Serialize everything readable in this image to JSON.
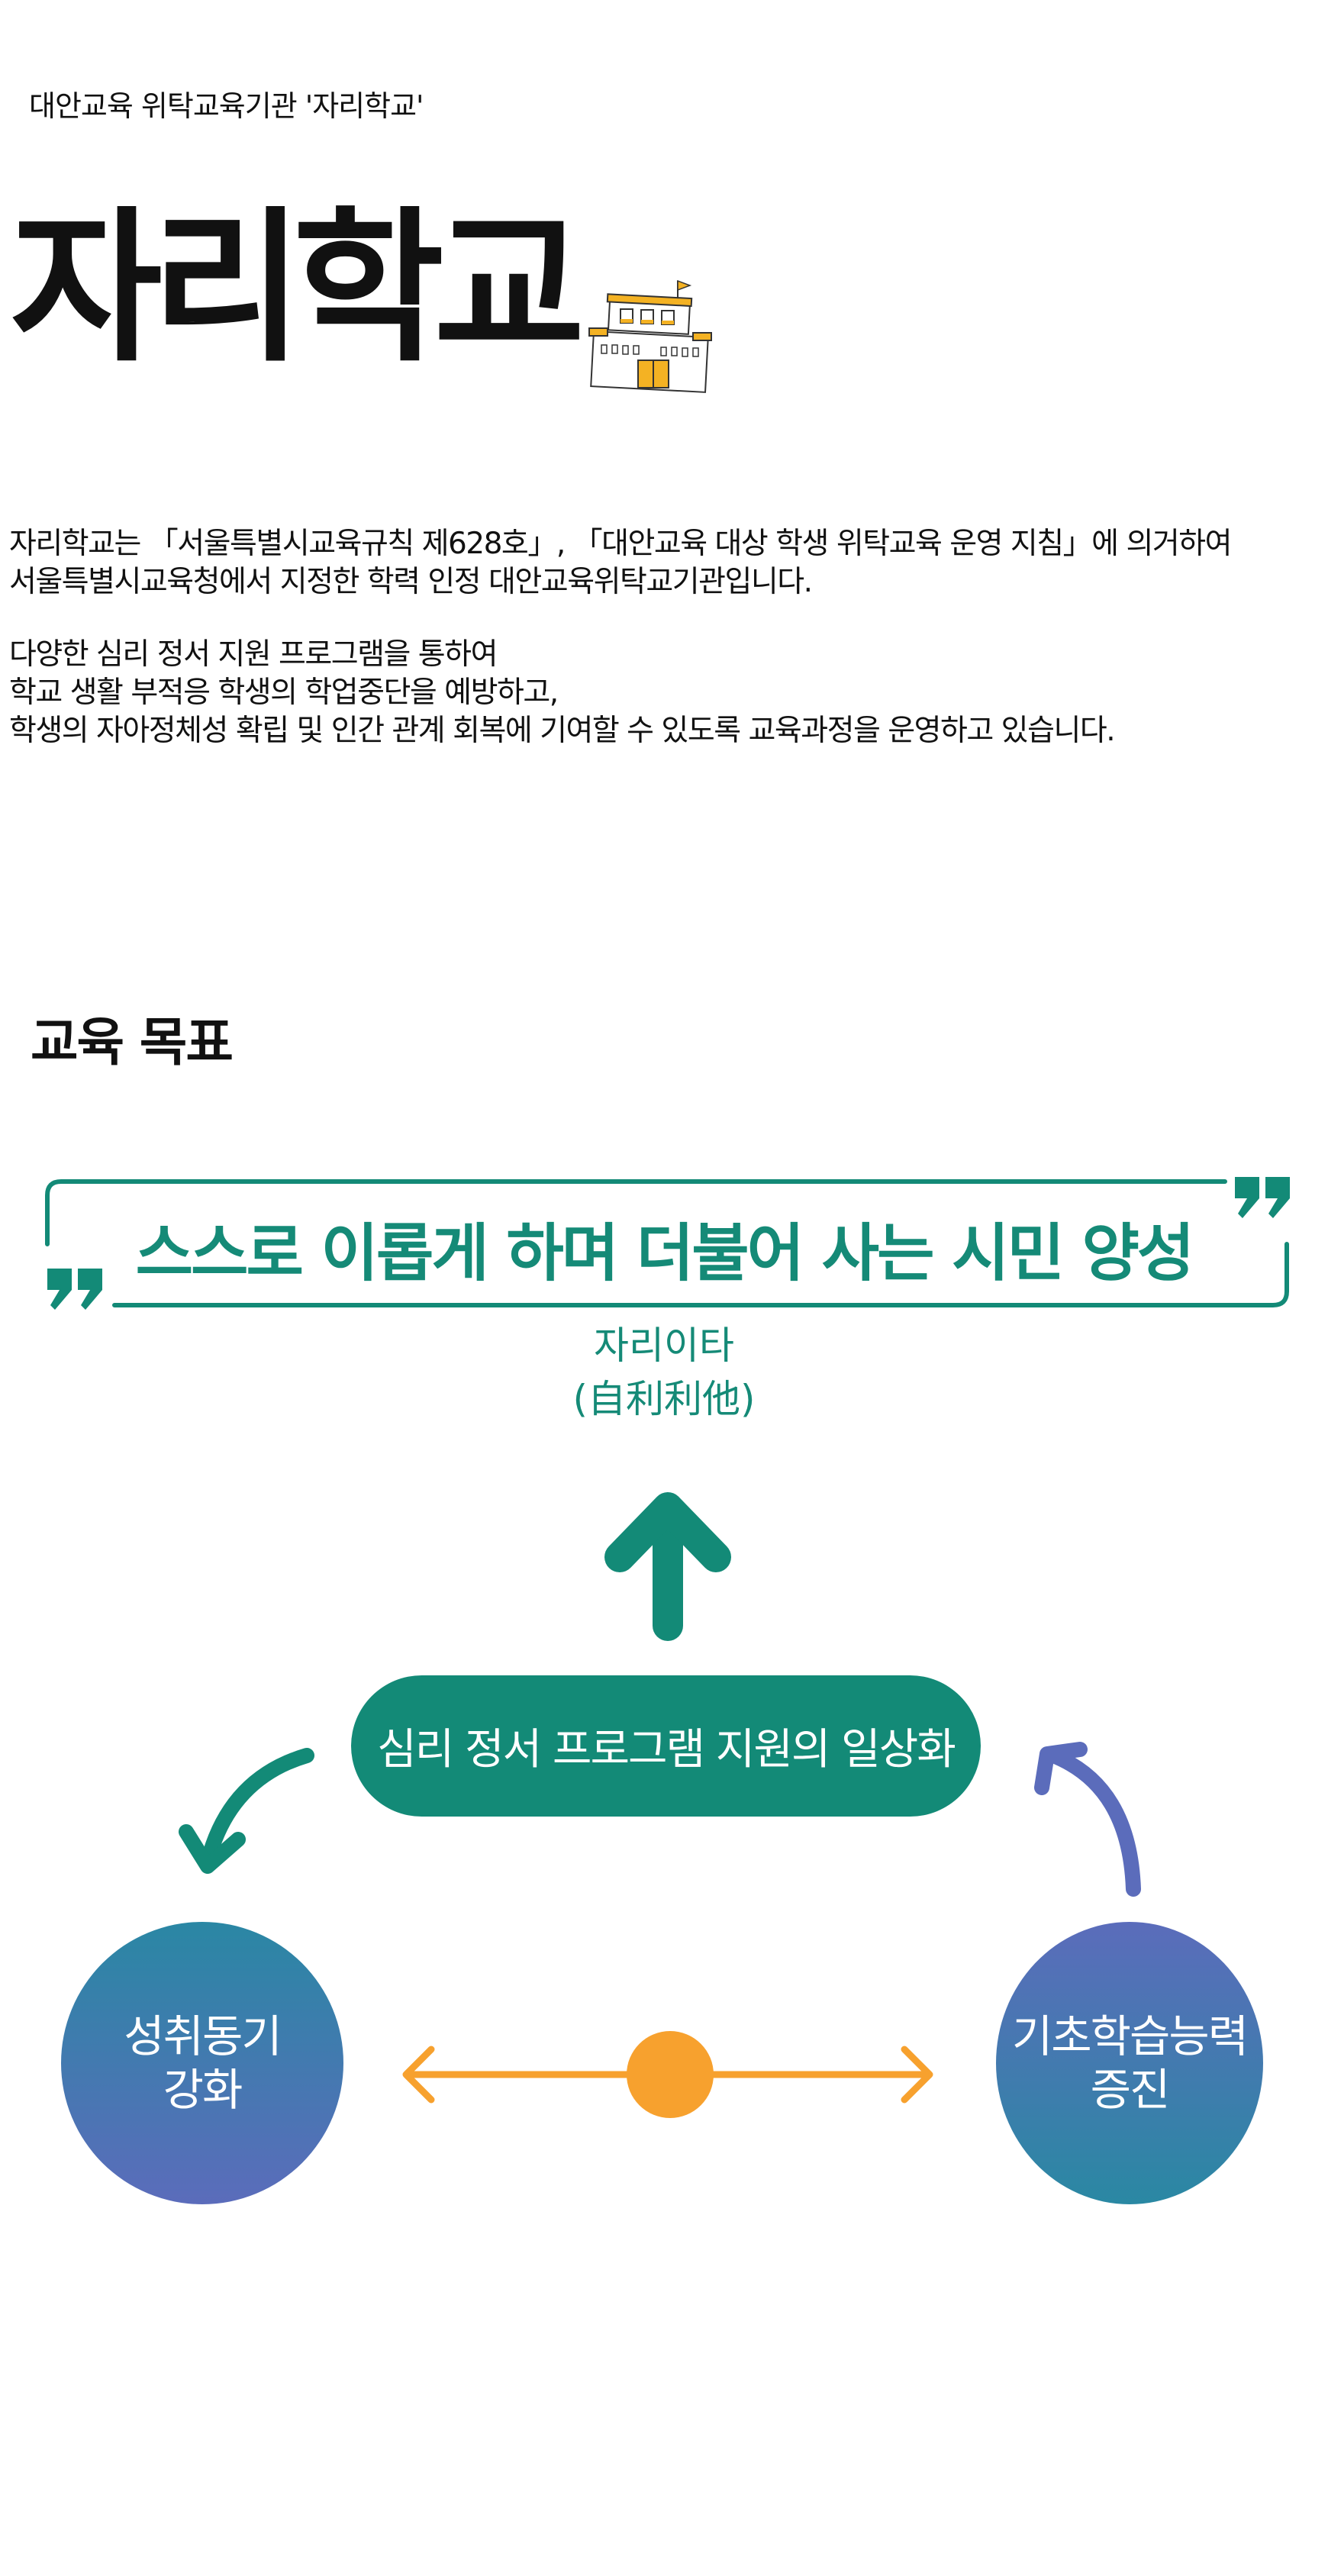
{
  "header": {
    "subtitle": "대안교육 위탁교육기관 '자리학교'",
    "title": "자리학교"
  },
  "intro": {
    "paragraph1": [
      "자리학교는 「서울특별시교육규칙 제628호」, 「대안교육 대상 학생 위탁교육 운영 지침」에 의거하여",
      "서울특별시교육청에서 지정한 학력 인정 대안교육위탁교기관입니다."
    ],
    "paragraph2": [
      "다양한 심리 정서 지원 프로그램을 통하여",
      "학교 생활 부적응 학생의 학업중단을 예방하고,",
      "학생의 자아정체성 확립 및 인간 관계 회복에 기여할 수 있도록 교육과정을 운영하고 있습니다."
    ]
  },
  "goals": {
    "heading": "교육 목표",
    "main_goal": "스스로 이롭게 하며 더불어 사는 시민 양성",
    "keyword": "자리이타",
    "keyword_hanja": "(自利利他)",
    "center": "심리 정서 프로그램 지원의 일상화",
    "left_circle": [
      "성취동기",
      "강화"
    ],
    "right_circle": [
      "기초학습능력",
      "증진"
    ]
  },
  "colors": {
    "teal": "#138a77",
    "orange": "#f7a12e",
    "indigo": "#5b6cbb",
    "school_yellow": "#f4b223"
  },
  "icons": {
    "school": "school-building-icon",
    "quote_open": "quote-open-icon",
    "quote_close": "quote-close-icon",
    "arrow_up": "arrow-up-icon"
  }
}
